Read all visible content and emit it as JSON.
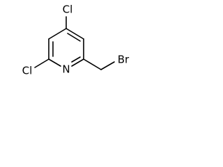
{
  "molecule": {
    "atoms": {
      "cl_top": "Cl",
      "cl_left": "Cl",
      "n_ring": "N",
      "br": "Br"
    }
  }
}
